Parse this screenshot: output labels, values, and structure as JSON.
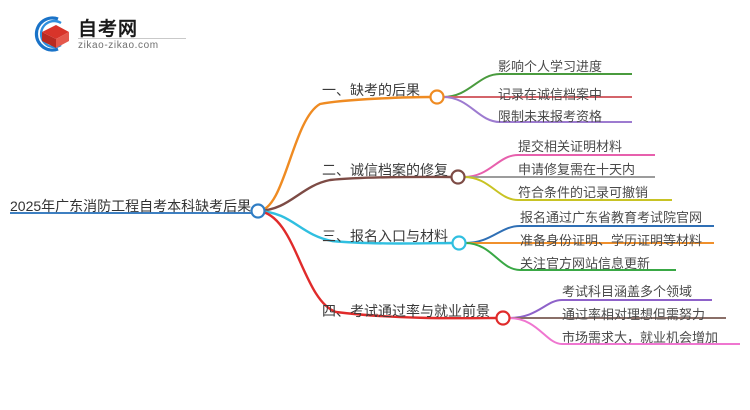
{
  "logo": {
    "name_cn": "自考网",
    "url": "zikao-zikao.com",
    "mark_icon": "graduation-book-icon",
    "arc_color": "#1a73c8",
    "cap_color": "#d8342a"
  },
  "mindmap": {
    "root": {
      "label": "2025年广东消防工程自考本科缺考后果",
      "underline_color": "#3d7fc1",
      "node_color": "#2f7dc4"
    },
    "branches": [
      {
        "label": "一、缺考的后果",
        "color": "#ef8b22",
        "node_color": "#ef8b22",
        "children": [
          {
            "label": "影响个人学习进度",
            "color": "#4a9b3e"
          },
          {
            "label": "记录在诚信档案中",
            "color": "#d4646a"
          },
          {
            "label": "限制未来报考资格",
            "color": "#9d7bd0"
          }
        ]
      },
      {
        "label": "二、诚信档案的修复",
        "color": "#7d4b45",
        "node_color": "#7d4b45",
        "children": [
          {
            "label": "提交相关证明材料",
            "color": "#e760ad"
          },
          {
            "label": "申请修复需在十天内",
            "color": "#9c9c9c"
          },
          {
            "label": "符合条件的记录可撤销",
            "color": "#c8c324"
          }
        ]
      },
      {
        "label": "三、报名入口与材料",
        "color": "#30bfe0",
        "node_color": "#30bfe0",
        "children": [
          {
            "label": "报名通过广东省教育考试院官网",
            "color": "#2f6fb5"
          },
          {
            "label": "准备身份证明、学历证明等材料",
            "color": "#f0902c"
          },
          {
            "label": "关注官方网站信息更新",
            "color": "#39a845"
          }
        ]
      },
      {
        "label": "四、考试通过率与就业前景",
        "color": "#e02b2b",
        "node_color": "#e02b2b",
        "children": [
          {
            "label": "考试科目涵盖多个领域",
            "color": "#8e62c9"
          },
          {
            "label": "通过率相对理想但需努力",
            "color": "#8a6f68"
          },
          {
            "label": "市场需求大，就业机会增加",
            "color": "#ef76d0"
          }
        ]
      }
    ]
  }
}
